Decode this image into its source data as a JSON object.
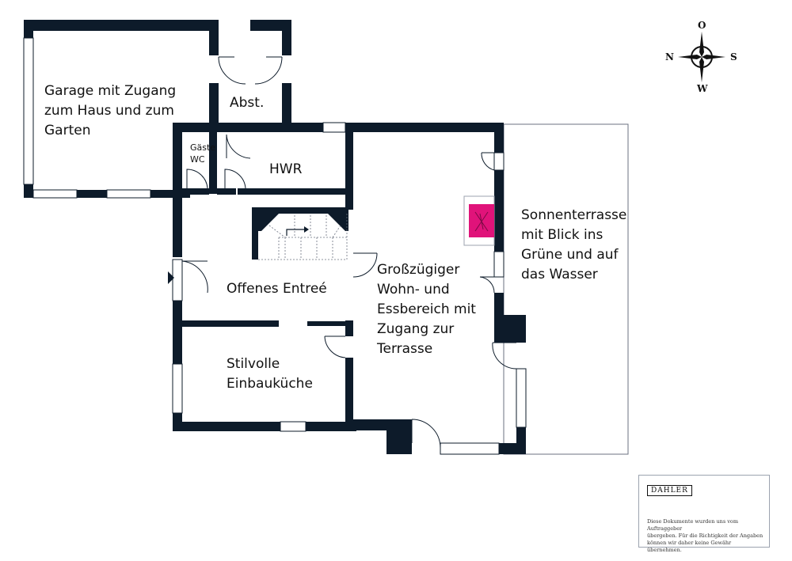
{
  "rooms": {
    "garage": [
      "Garage mit Zugang",
      "zum Haus und zum",
      "Garten"
    ],
    "storage": "Abst.",
    "guest_wc": [
      "Gäste",
      "WC"
    ],
    "utility": "HWR",
    "entrance": "Offenes Entreé",
    "kitchen": [
      "Stilvolle",
      "Einbauküche"
    ],
    "living": [
      "Großzügiger",
      "Wohn- und",
      "Essbereich mit",
      "Zugang zur",
      "Terrasse"
    ],
    "terrace": [
      "Sonnenterrasse",
      "mit Blick ins",
      "Grüne und auf",
      "das Wasser"
    ]
  },
  "compass": {
    "top": "O",
    "left": "N",
    "right": "S",
    "bottom": "W"
  },
  "brand": {
    "logo": "DAHLER",
    "disclaimer": [
      "Diese Dokumente wurden uns vom Auftraggeber",
      "übergeben. Für die Richtigkeit der Angaben",
      "können wir daher keine Gewähr übernehmen."
    ]
  },
  "colors": {
    "walls": "#0d1b2a",
    "fireplace": "#e0137a"
  }
}
